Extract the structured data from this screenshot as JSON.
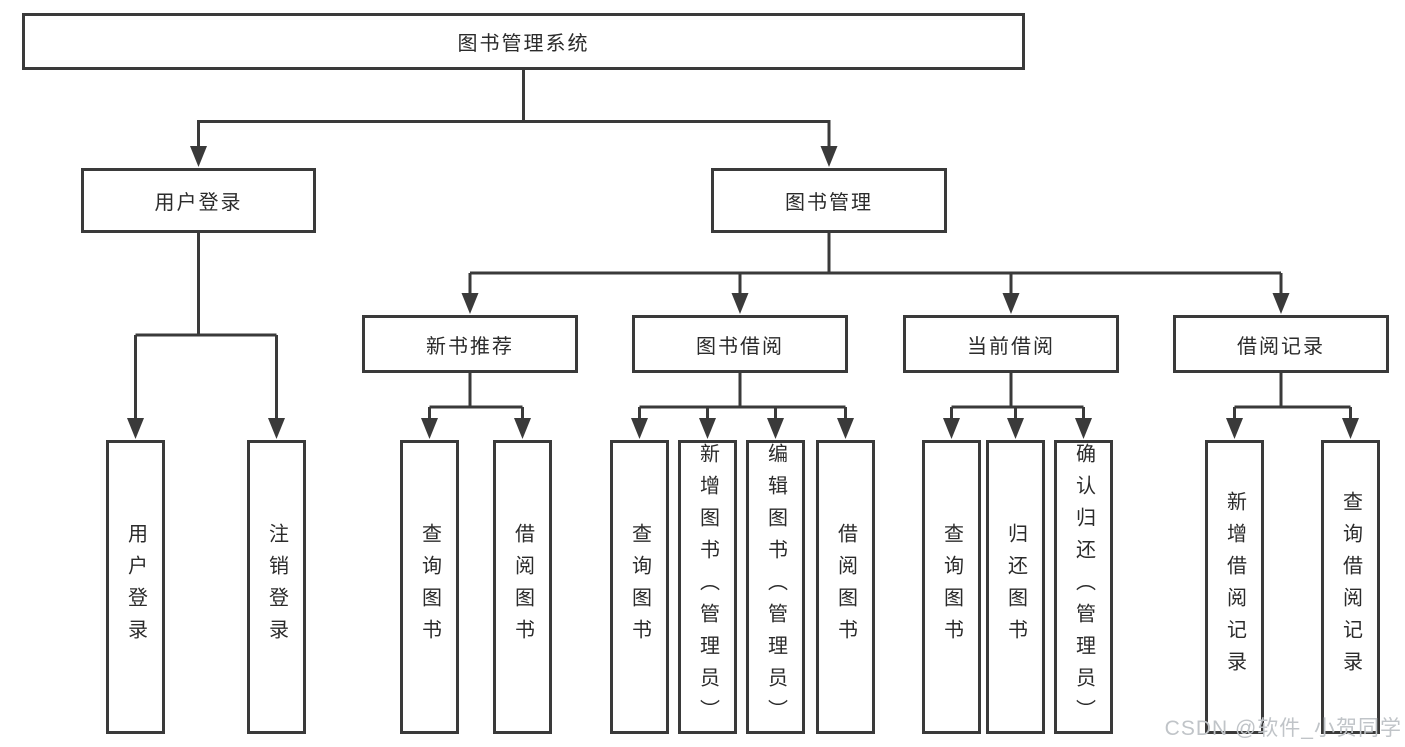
{
  "nodes": {
    "root": "图书管理系统",
    "user_login": "用户登录",
    "book_mgmt": "图书管理",
    "new_books": "新书推荐",
    "book_borrow": "图书借阅",
    "current_borrow": "当前借阅",
    "borrow_records": "借阅记录",
    "ul_login": "用户登录",
    "ul_logout": "注销登录",
    "nb_query": "查询图书",
    "nb_borrow": "借阅图书",
    "bb_query": "查询图书",
    "bb_add": "新增图书（管理员）",
    "bb_edit": "编辑图书（管理员）",
    "bb_borrow": "借阅图书",
    "cb_query": "查询图书",
    "cb_return": "归还图书",
    "cb_confirm": "确认归还（管理员）",
    "br_add": "新增借阅记录",
    "br_query": "查询借阅记录"
  },
  "watermark": "CSDN @软件_小贺同学",
  "colors": {
    "line": "#3a3a3a",
    "text": "#2b2b2b",
    "watermark": "#c0c4c8",
    "background": "#ffffff"
  }
}
